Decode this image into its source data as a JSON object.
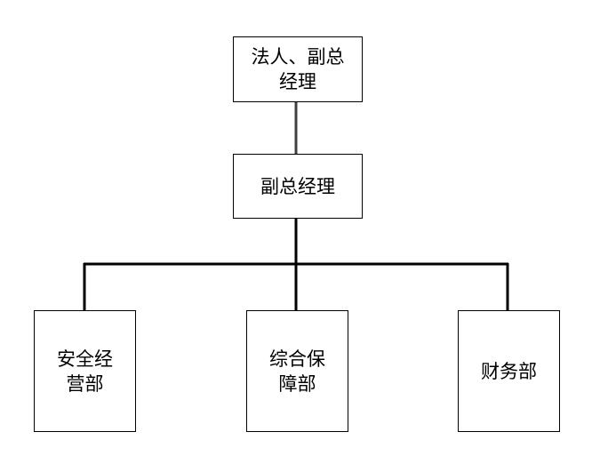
{
  "diagram": {
    "top": {
      "label": "法人、副总\n经理"
    },
    "middle": {
      "label": "副总经理"
    },
    "departments": [
      {
        "label": "安全经\n营部"
      },
      {
        "label": "综合保\n障部"
      },
      {
        "label": "财务部"
      }
    ]
  },
  "colors": {
    "stroke": "#000000",
    "connector_top": "#404040",
    "background": "#ffffff"
  }
}
